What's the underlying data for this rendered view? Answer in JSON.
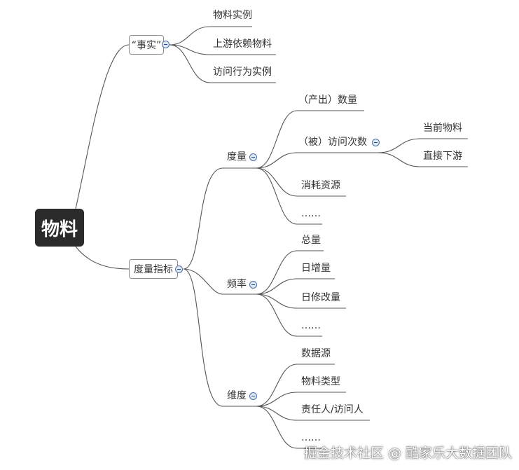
{
  "root": {
    "label": "物料"
  },
  "branches": {
    "facts": {
      "label": "“事实”",
      "children": [
        "物料实例",
        "上游依赖物料",
        "访问行为实例"
      ]
    },
    "metrics": {
      "label": "度量指标",
      "measure": {
        "label": "度量",
        "children": [
          "（产出）数量",
          "（被）访问次数",
          "消耗资源",
          "……"
        ],
        "visit_children": [
          "当前物料",
          "直接下游"
        ]
      },
      "frequency": {
        "label": "频率",
        "children": [
          "总量",
          "日增量",
          "日修改量",
          "……"
        ]
      },
      "dimension": {
        "label": "维度",
        "children": [
          "数据源",
          "物料类型",
          "责任人/访问人",
          "……"
        ]
      }
    }
  },
  "watermark": "掘金技术社区 @ 酷家乐大数据团队",
  "colors": {
    "line": "#555555",
    "root_bg": "#2b2b2b",
    "collapse": "#4a6fa5"
  }
}
